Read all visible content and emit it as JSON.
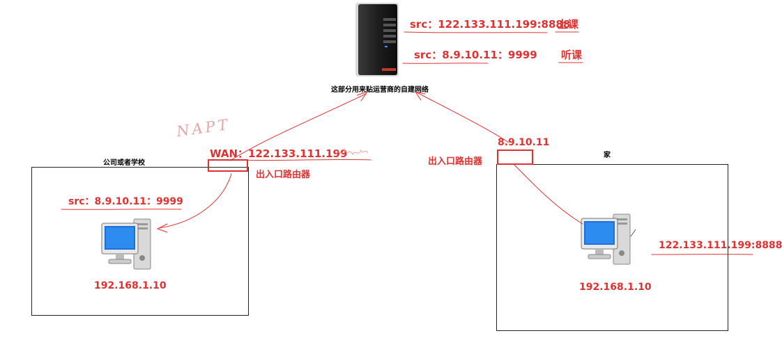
{
  "server": {
    "caption": "这部分用来贴运营商的自建网络",
    "row1_prefix": "src：",
    "row1_addr": "122.133.111.199:8888",
    "row1_note": "上课",
    "row2_prefix": "src：",
    "row2_addr": "8.9.10.11：9999",
    "row2_note": "听课"
  },
  "left_site": {
    "title": "公司或者学校",
    "wan_label": "WAN：",
    "wan_addr": "122.133.111.199",
    "router_label": "出入口路由器",
    "nat_note": "NAPT",
    "src_prefix": "src：",
    "src_addr": "8.9.10.11：9999",
    "host_ip": "192.168.1.10"
  },
  "right_site": {
    "title": "家",
    "wan_addr": "8.9.10.11",
    "router_label": "出入口路由器",
    "host_ip": "192.168.1.10",
    "peer_addr": "122.133.111.199:8888"
  },
  "colors": {
    "annotation": "#e03131",
    "ink": "#222222"
  }
}
